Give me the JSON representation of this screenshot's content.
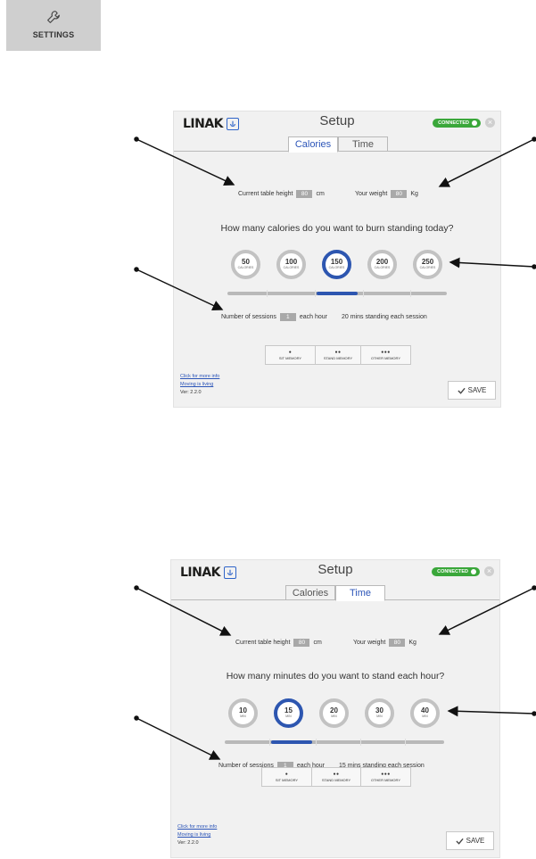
{
  "settings": {
    "label": "SETTINGS",
    "icon": "wrench-icon"
  },
  "panels": [
    {
      "logo": "LINAK",
      "title": "Setup",
      "connected": "CONNECTED",
      "tabs": [
        "Calories",
        "Time"
      ],
      "active_tab": 0,
      "height_label": "Current table height",
      "height_value": "80",
      "height_unit": "cm",
      "weight_label": "Your weight",
      "weight_value": "80",
      "weight_unit": "Kg",
      "question": "How many calories do you want to burn standing today?",
      "options": [
        {
          "value": "50",
          "unit": "CALORIES"
        },
        {
          "value": "100",
          "unit": "CALORIES"
        },
        {
          "value": "150",
          "unit": "CALORIES"
        },
        {
          "value": "200",
          "unit": "CALORIES"
        },
        {
          "value": "250",
          "unit": "CALORIES"
        }
      ],
      "selected_option": 2,
      "sessions_label": "Number of sessions",
      "sessions_value": "1",
      "sessions_suffix": "each hour",
      "sessions_info": "20 mins standing each session",
      "memories": [
        {
          "stars": "●",
          "label": "SIT MEMORY"
        },
        {
          "stars": "●●",
          "label": "STAND MEMORY"
        },
        {
          "stars": "●●●",
          "label": "OTHER MEMORY"
        }
      ],
      "link_info": "Click for more info",
      "link_moving": "Moving is living",
      "version": "Ver: 2.2.0",
      "save": "SAVE"
    },
    {
      "logo": "LINAK",
      "title": "Setup",
      "connected": "CONNECTED",
      "tabs": [
        "Calories",
        "Time"
      ],
      "active_tab": 1,
      "height_label": "Current table height",
      "height_value": "80",
      "height_unit": "cm",
      "weight_label": "Your weight",
      "weight_value": "80",
      "weight_unit": "Kg",
      "question": "How many minutes do you want to stand each hour?",
      "options": [
        {
          "value": "10",
          "unit": "MIN"
        },
        {
          "value": "15",
          "unit": "MIN"
        },
        {
          "value": "20",
          "unit": "MIN"
        },
        {
          "value": "30",
          "unit": "MIN"
        },
        {
          "value": "40",
          "unit": "MIN"
        }
      ],
      "selected_option": 1,
      "sessions_label": "Number of sessions",
      "sessions_value": "1",
      "sessions_suffix": "each hour",
      "sessions_info": "15 mins standing each session",
      "memories": [
        {
          "stars": "●",
          "label": "SIT MEMORY"
        },
        {
          "stars": "●●",
          "label": "STAND MEMORY"
        },
        {
          "stars": "●●●",
          "label": "OTHER MEMORY"
        }
      ],
      "link_info": "Click for more info",
      "link_moving": "Moving is living",
      "version": "Ver: 2.2.0",
      "save": "SAVE"
    }
  ],
  "colors": {
    "accent": "#2d56b0",
    "connected": "#3aa73a",
    "panel_bg": "#f1f1f1"
  }
}
